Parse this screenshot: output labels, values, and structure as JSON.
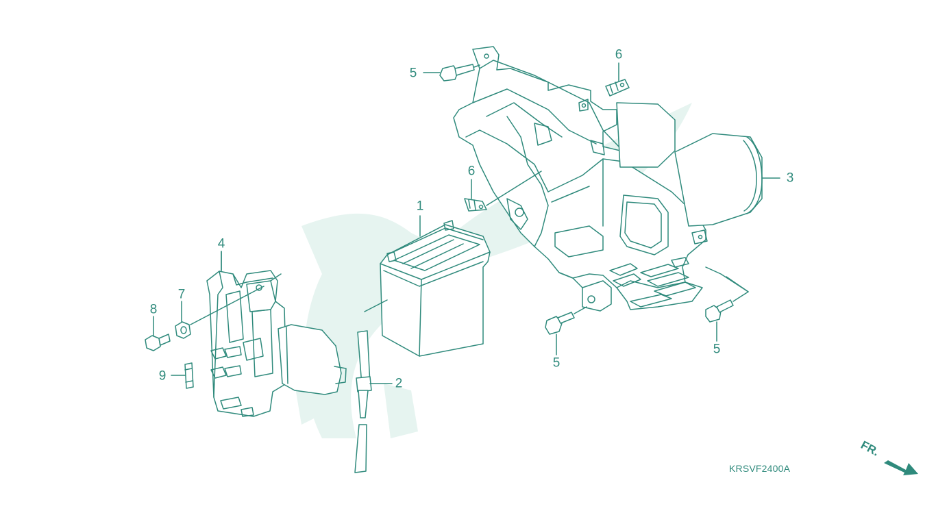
{
  "callouts": {
    "n1": "1",
    "n2": "2",
    "n3": "3",
    "n4": "4",
    "n5a": "5",
    "n5b": "5",
    "n5c": "5",
    "n6a": "6",
    "n6b": "6",
    "n7": "7",
    "n8": "8",
    "n9": "9"
  },
  "diagram_code": "KRSVF2400A",
  "direction_indicator": "FR.",
  "colors": {
    "line": "#2f8a7c",
    "watermark": "#e6f4f0",
    "fill": "#ffffff"
  },
  "icons": {
    "watermark": "wing-logo-watermark",
    "direction": "front-arrow-icon"
  }
}
